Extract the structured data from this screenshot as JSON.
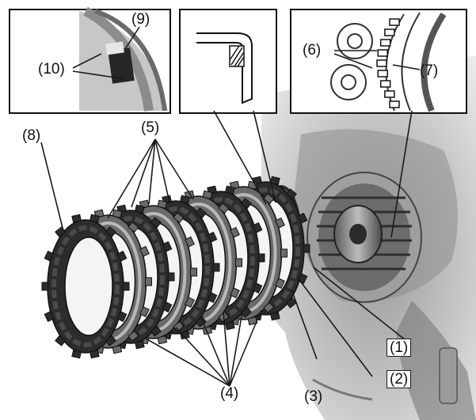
{
  "diagram": {
    "colors": {
      "plate_dark": "#2c2c2c",
      "plate_mid": "#6a6a6a",
      "plate_light": "#b9b9b9",
      "engine_light": "#d6d6d6",
      "engine_mid": "#a9a9a9",
      "engine_dark": "#555555",
      "leader_line": "#1a1a1a",
      "inset_border": "#111111"
    },
    "labels": {
      "one": "(1)",
      "two": "(2)",
      "three": "(3)",
      "four": "(4)",
      "five": "(5)",
      "six": "(6)",
      "seven": "(7)",
      "eight": "(8)",
      "nine": "(9)",
      "ten": "(10)"
    }
  }
}
